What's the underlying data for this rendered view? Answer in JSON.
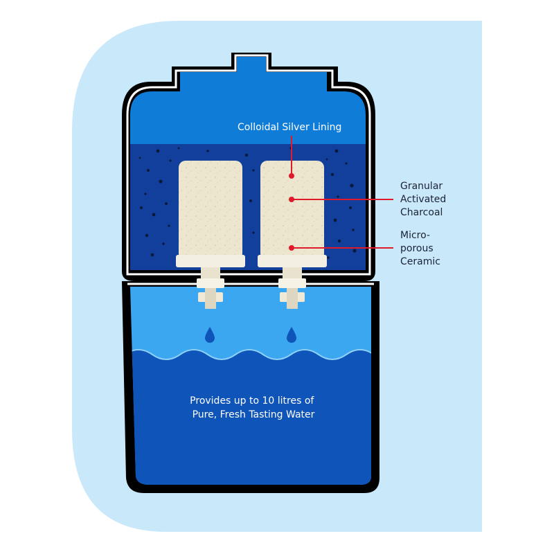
{
  "labels": {
    "silver": "Colloidal Silver Lining",
    "charcoal": [
      "Granular",
      "Activated",
      "Charcoal"
    ],
    "ceramic": [
      "Micro-",
      "porous",
      "Ceramic"
    ],
    "output": [
      "Provides up to 10 litres of",
      "Pure, Fresh Tasting Water"
    ]
  },
  "colors": {
    "background_panel": "#c9e9fb",
    "shell": "#000000",
    "upper_water": "#0f7cd8",
    "charcoal_water": "#123f9c",
    "lower_water_light": "#3aa7f0",
    "lower_water_dark": "#0f54b8",
    "filter_body": "#ece6cf",
    "pointer": "#e0192b"
  }
}
